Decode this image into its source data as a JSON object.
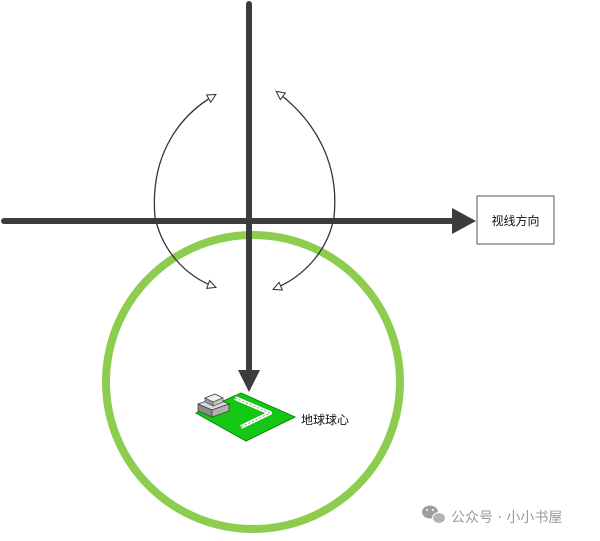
{
  "labels": {
    "view_direction": "视线方向",
    "earth_center": "地球球心"
  },
  "watermark": {
    "text": "公众号 · 小小书屋",
    "icon": "wechat-logo-icon"
  },
  "colors": {
    "axis": "#3c3c3c",
    "circle": "#8ccd50",
    "plate": "#13c713",
    "plate_border": "#0a8a0a",
    "rotation_arrow": "#333333"
  }
}
